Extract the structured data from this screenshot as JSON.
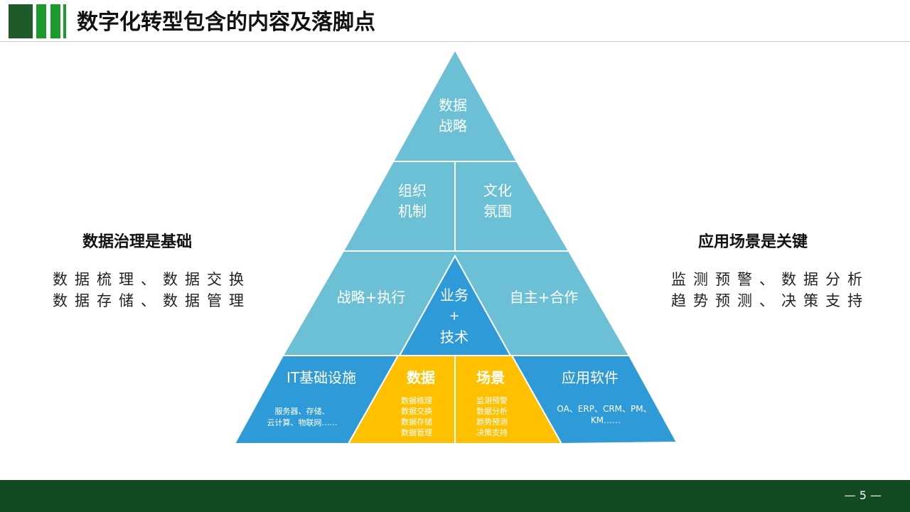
{
  "slide": {
    "title": "数字化转型包含的内容及落脚点",
    "page_number": "— 5 —"
  },
  "left_panel": {
    "heading": "数据治理是基础",
    "lines": [
      "数据梳理、数据交换",
      "数据存储、数据管理"
    ]
  },
  "right_panel": {
    "heading": "应用场景是关键",
    "lines": [
      "监测预警、数据分析",
      "趋势预测、决策支持"
    ]
  },
  "pyramid": {
    "apex": [
      "数据",
      "战略"
    ],
    "row2_left": [
      "组织",
      "机制"
    ],
    "row2_right": [
      "文化",
      "氛围"
    ],
    "row3_left": "战略+执行",
    "row3_center": [
      "业务",
      "+",
      "技术"
    ],
    "row3_right": "自主+合作",
    "base_it": {
      "title": "IT基础设施",
      "lines": [
        "服务器、存储、",
        "云计算、物联网……"
      ]
    },
    "base_data": {
      "title": "数据",
      "lines": [
        "数据梳理",
        "数据交换",
        "数据存储",
        "数据管理"
      ]
    },
    "base_scene": {
      "title": "场景",
      "lines": [
        "监测预警",
        "数据分析",
        "趋势预测",
        "决策支持"
      ]
    },
    "base_app": {
      "title": "应用软件",
      "lines": [
        "OA、ERP、CRM、PM、",
        "KM……"
      ]
    }
  },
  "colors": {
    "light_blue": "#6bc0d6",
    "medium_blue": "#2e9bd8",
    "gold": "#ffc000",
    "footer_green": "#124a22",
    "logo_dark_green": "#1e5a2a",
    "logo_green": "#1c9a2c"
  }
}
